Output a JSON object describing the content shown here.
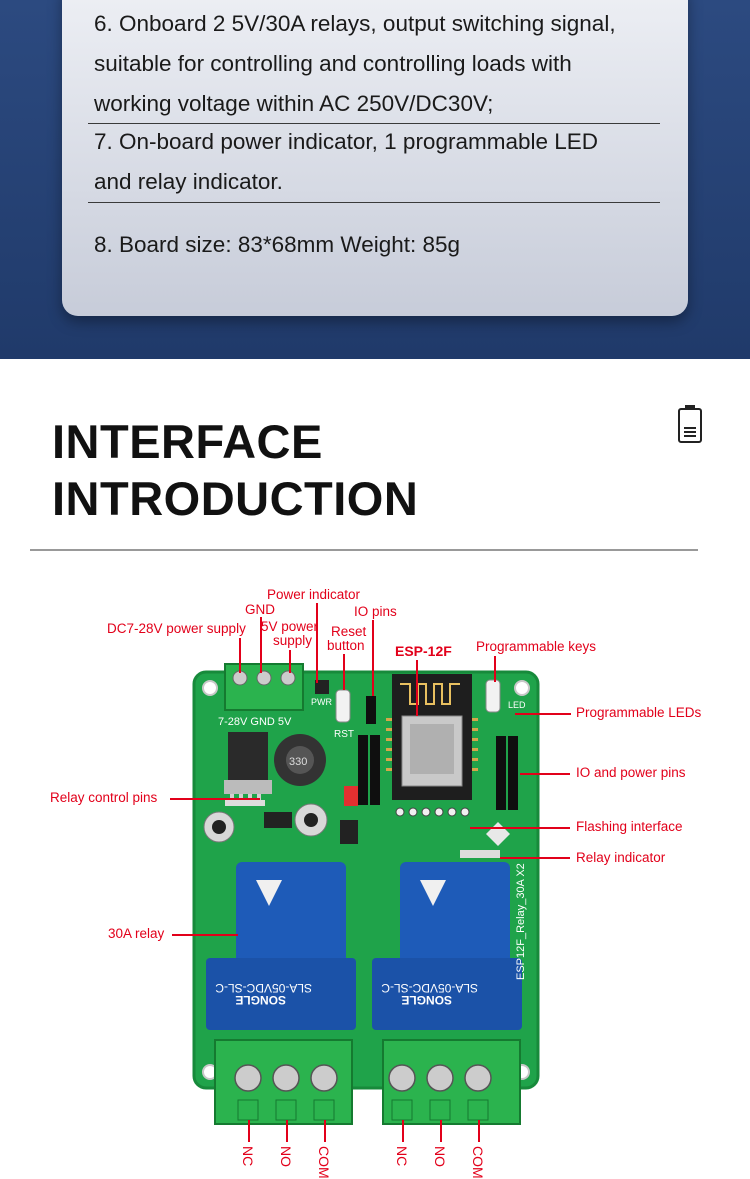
{
  "features": {
    "f6_line1": "6. Onboard 2 5V/30A relays, output switching signal,",
    "f6_line2": "suitable for controlling and controlling loads with",
    "f6_line3": "working voltage within AC 250V/DC30V;",
    "f7_line1": "7. On-board power indicator, 1 programmable LED",
    "f7_line2": "and relay indicator.",
    "f8": "8. Board size: 83*68mm   Weight: 85g"
  },
  "section": {
    "title_line1": "INTERFACE",
    "title_line2": "INTRODUCTION",
    "icon": "battery-document-icon"
  },
  "labels": {
    "power_indicator": "Power indicator",
    "gnd": "GND",
    "io_pins": "IO pins",
    "dc_supply": "DC7-28V power supply",
    "v5_line1": "5V power",
    "v5_line2": "supply",
    "reset_line1": "Reset",
    "reset_line2": "button",
    "esp": "ESP-12F",
    "prog_keys": "Programmable keys",
    "prog_leds": "Programmable LEDs",
    "io_power": "IO and power pins",
    "relay_ctrl": "Relay control pins",
    "flashing": "Flashing interface",
    "relay_ind": "Relay indicator",
    "relay30": "30A relay",
    "t_nc1": "NC",
    "t_no1": "NO",
    "t_com1": "COM",
    "t_nc2": "NC",
    "t_no2": "NO",
    "t_com2": "COM"
  },
  "board": {
    "silk_power": "7-28V GND 5V",
    "relay_brand": "SONGLE",
    "relay_model": "SLA-05VDC-SL-C",
    "board_name": "ESP12F_Relay_30A X2",
    "pwr": "PWR",
    "rst": "RST",
    "led": "LED",
    "inductor": "330",
    "colors": {
      "pcb": "#1fa34a",
      "relay": "#1e5bb8",
      "terminal": "#2bb34e",
      "accent": "#e2001a"
    }
  }
}
